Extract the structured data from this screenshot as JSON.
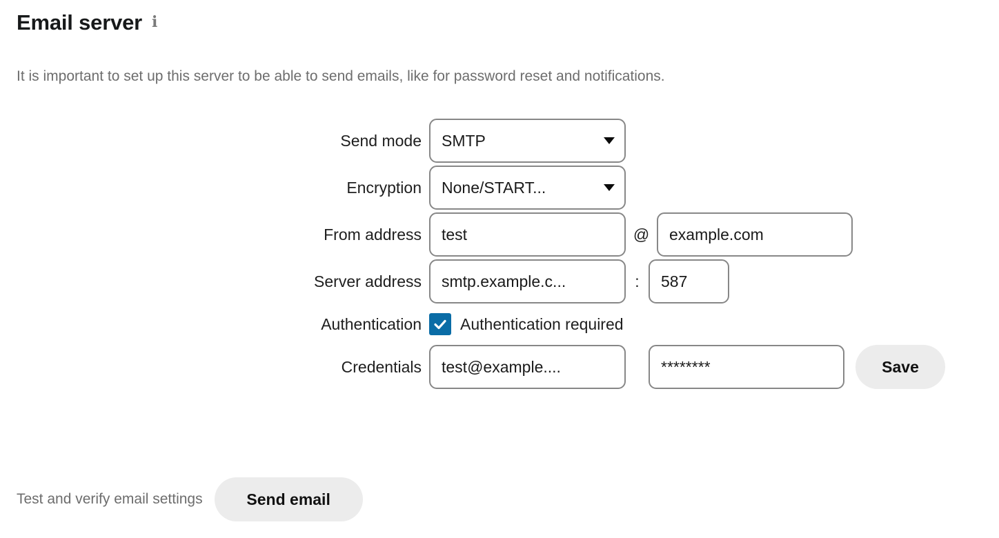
{
  "header": {
    "title": "Email server",
    "info_icon": "info-icon",
    "description": "It is important to set up this server to be able to send emails, like for password reset and notifications."
  },
  "form": {
    "send_mode": {
      "label": "Send mode",
      "value": "SMTP",
      "options": [
        "SMTP"
      ]
    },
    "encryption": {
      "label": "Encryption",
      "value": "None/START...",
      "options": [
        "None/START..."
      ]
    },
    "from_address": {
      "label": "From address",
      "local_part": "test",
      "separator": "@",
      "domain": "example.com"
    },
    "server_address": {
      "label": "Server address",
      "host": "smtp.example.c...",
      "separator": ":",
      "port": "587"
    },
    "authentication": {
      "label": "Authentication",
      "checkbox_label": "Authentication required",
      "checked": true
    },
    "credentials": {
      "label": "Credentials",
      "username": "test@example....",
      "password": "********",
      "save_label": "Save"
    }
  },
  "footer": {
    "test_label": "Test and verify email settings",
    "send_email_label": "Send email"
  },
  "colors": {
    "accent": "#0a6ca6",
    "border": "#878787",
    "button_bg": "#ececec",
    "muted_text": "#6d6d6d",
    "text": "#1e1e1e"
  }
}
